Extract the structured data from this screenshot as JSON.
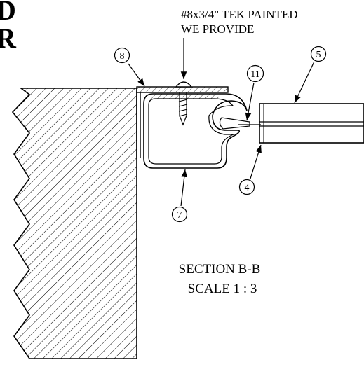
{
  "header_fragment": {
    "line1": "D",
    "line2": "R"
  },
  "callout": {
    "line1": "#8x3/4\" TEK PAINTED",
    "line2": "WE PROVIDE"
  },
  "balloons": {
    "b8": "8",
    "b11": "11",
    "b5": "5",
    "b4": "4",
    "b7": "7"
  },
  "section": {
    "title": "SECTION B-B",
    "scale": "SCALE 1 : 3"
  }
}
